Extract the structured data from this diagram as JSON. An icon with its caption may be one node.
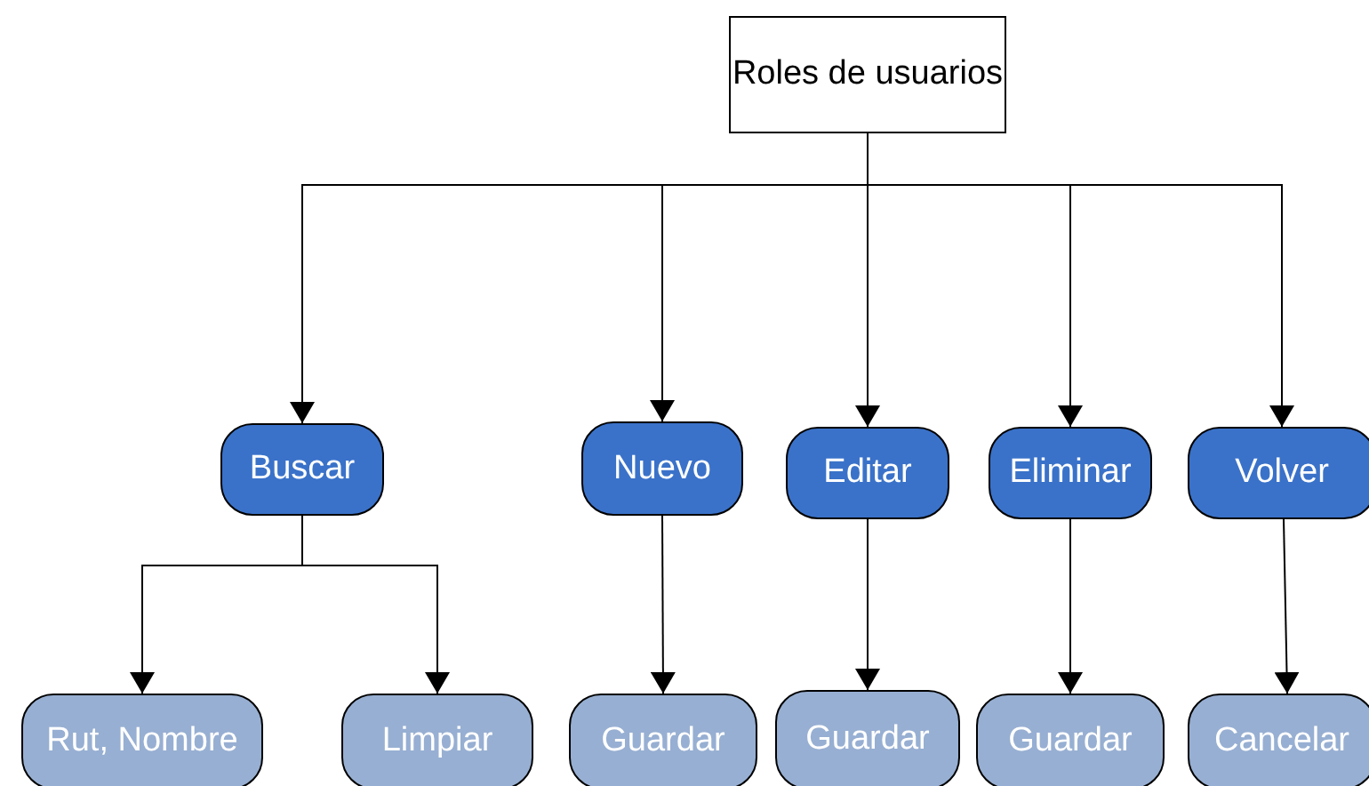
{
  "diagram": {
    "nodes": [
      {
        "text": [
          "Roles de usuarios"
        ]
      },
      {
        "text": [
          "Buscar"
        ]
      },
      {
        "text": [
          "Nuevo"
        ]
      },
      {
        "text": [
          "Editar"
        ]
      },
      {
        "text": [
          "Eliminar"
        ]
      },
      {
        "text": [
          "Volver"
        ]
      },
      {
        "text": [
          "Rut, Nombre"
        ]
      },
      {
        "text": [
          "Limpiar"
        ]
      },
      {
        "text": [
          "Guardar"
        ]
      },
      {
        "text": [
          "Guardar"
        ]
      },
      {
        "text": [
          "Guardar"
        ]
      },
      {
        "text": [
          "Cancelar"
        ]
      }
    ],
    "edges": [
      {
        "from": 0,
        "to": 1,
        "arrow": "to"
      },
      {
        "from": 0,
        "to": 2,
        "arrow": "to"
      },
      {
        "from": 0,
        "to": 3,
        "arrow": "to"
      },
      {
        "from": 0,
        "to": 4,
        "arrow": "to"
      },
      {
        "from": 0,
        "to": 5,
        "arrow": "to"
      },
      {
        "from": 1,
        "to": 6,
        "arrow": "to"
      },
      {
        "from": 1,
        "to": 7,
        "arrow": "to"
      },
      {
        "from": 2,
        "to": 8,
        "arrow": "to"
      },
      {
        "from": 3,
        "to": 9,
        "arrow": "to"
      },
      {
        "from": 4,
        "to": 10,
        "arrow": "to"
      },
      {
        "from": 5,
        "to": 11,
        "arrow": "to"
      }
    ]
  }
}
